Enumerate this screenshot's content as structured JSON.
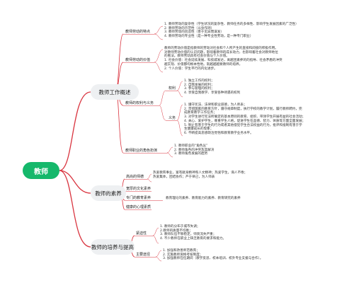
{
  "root": {
    "label": "教师"
  },
  "colors": {
    "root": "#15b86b",
    "branch": "#d9343f",
    "box": "#eef0f2"
  },
  "branches": [
    {
      "label": "教师工作概述",
      "children": [
        {
          "label": "教师劳动的特点",
          "lines": [
            "1. 教师劳动的复杂性（学生状况的复杂性、教师任务的多样性、影响学生发展因素的广泛性）",
            "2. 教师劳动的示范性（以身作则）",
            "3. 教师劳动的创造性（善于见异而谋发）",
            "4. 教师劳动的专业性（是一种专业性劳动，是一种专门职业）"
          ]
        },
        {
          "label": "教师劳动的价值",
          "lines": [
            "教师的劳动价值是指教师的劳动对社会和个人所产生的直接和间接的积极作用。",
            "对教师劳动价值的认识问题，影响着教师的成长动力，也影响着社会对教师地位",
            "的看法。教师劳动具有社会价值与个人价值。",
            "1. 社会价值：社会延续发展、科技城发达，离越团素养的的指导、社会矛盾的冲突",
            "越实现、价值都均根本性地。就越越越要教师的培养。",
            "2. 个人价值：学生平行的内化进步。"
          ]
        },
        {
          "label": "教师的权利与义务",
          "groups": [
            {
              "label": "权利",
              "lines": [
                "1. 独立工作的权利；",
                "2. 自我发展的权利；",
                "3. 参与管理的权利；",
                "4. 享受自我教学、享受各种待遇的权利"
              ]
            },
            {
              "label": "义务",
              "lines": [
                "1. 遵守宪法、法律和职业道德，为人师表；",
                "2. 贯彻国家的教育方针，遵守规章制度，执行学校的教学计划，履行教师聘约，完",
                "成教育教学工作任务；",
                "3. 对学生进行宪法所确定的基本原则的教育、组织、带领学生开展有益的社会活动；",
                "4. 关心、爱护学生，尊重学生人格，促进学生在品德、智力、体质等方面全面发展；",
                "5. 制止有害于学生的行为或者其他侵犯学生合法权益的行为，批评和抵制有害于学",
                "生健康成长的现象；",
                "6. 不断提高思想政治觉悟和教育教学业务水平。"
              ]
            }
          ]
        },
        {
          "label": "教师职业的角色扮演",
          "lines": [
            "1. 教师职业的“角色丛”",
            "2. 教师角色的冲突及其解决",
            "3. 教师角色发展的趋势"
          ]
        }
      ]
    },
    {
      "label": "教师的素养",
      "children": [
        {
          "label": "高尚的师德",
          "lines": [
            "热爱教育事业，富有献身精神和人文精神；热爱学生，诲人不倦；",
            "热爱集体，团结协作；严于律己，为人师表"
          ]
        },
        {
          "label": "宽厚的文化素养",
          "lines": []
        },
        {
          "label": "专门的教育素养",
          "lines": [
            "教育理论的素养、教育能力的素养、教育研究的素养"
          ]
        },
        {
          "label": "健康的心理素质",
          "lines": []
        }
      ]
    },
    {
      "label": "教师的培养与提高",
      "children": [
        {
          "label": "紧迫性",
          "lines": [
            "1. 教师的分布于城市失调；",
            "2.教师的质量不均衡；",
            "3. 教师队伍不够稳定，师资流失严重；",
            "4. 不少教师在职业上缺乏教育的要求和能力。"
          ]
        },
        {
          "label": "主要途径",
          "lines": [
            "1. 加强和改善师范教育；",
            "2. 实施教师资格考核制度；",
            "3. 加强教师在任期间（教学反思、校本培训、校外专业支援与合作）。"
          ]
        }
      ]
    }
  ]
}
